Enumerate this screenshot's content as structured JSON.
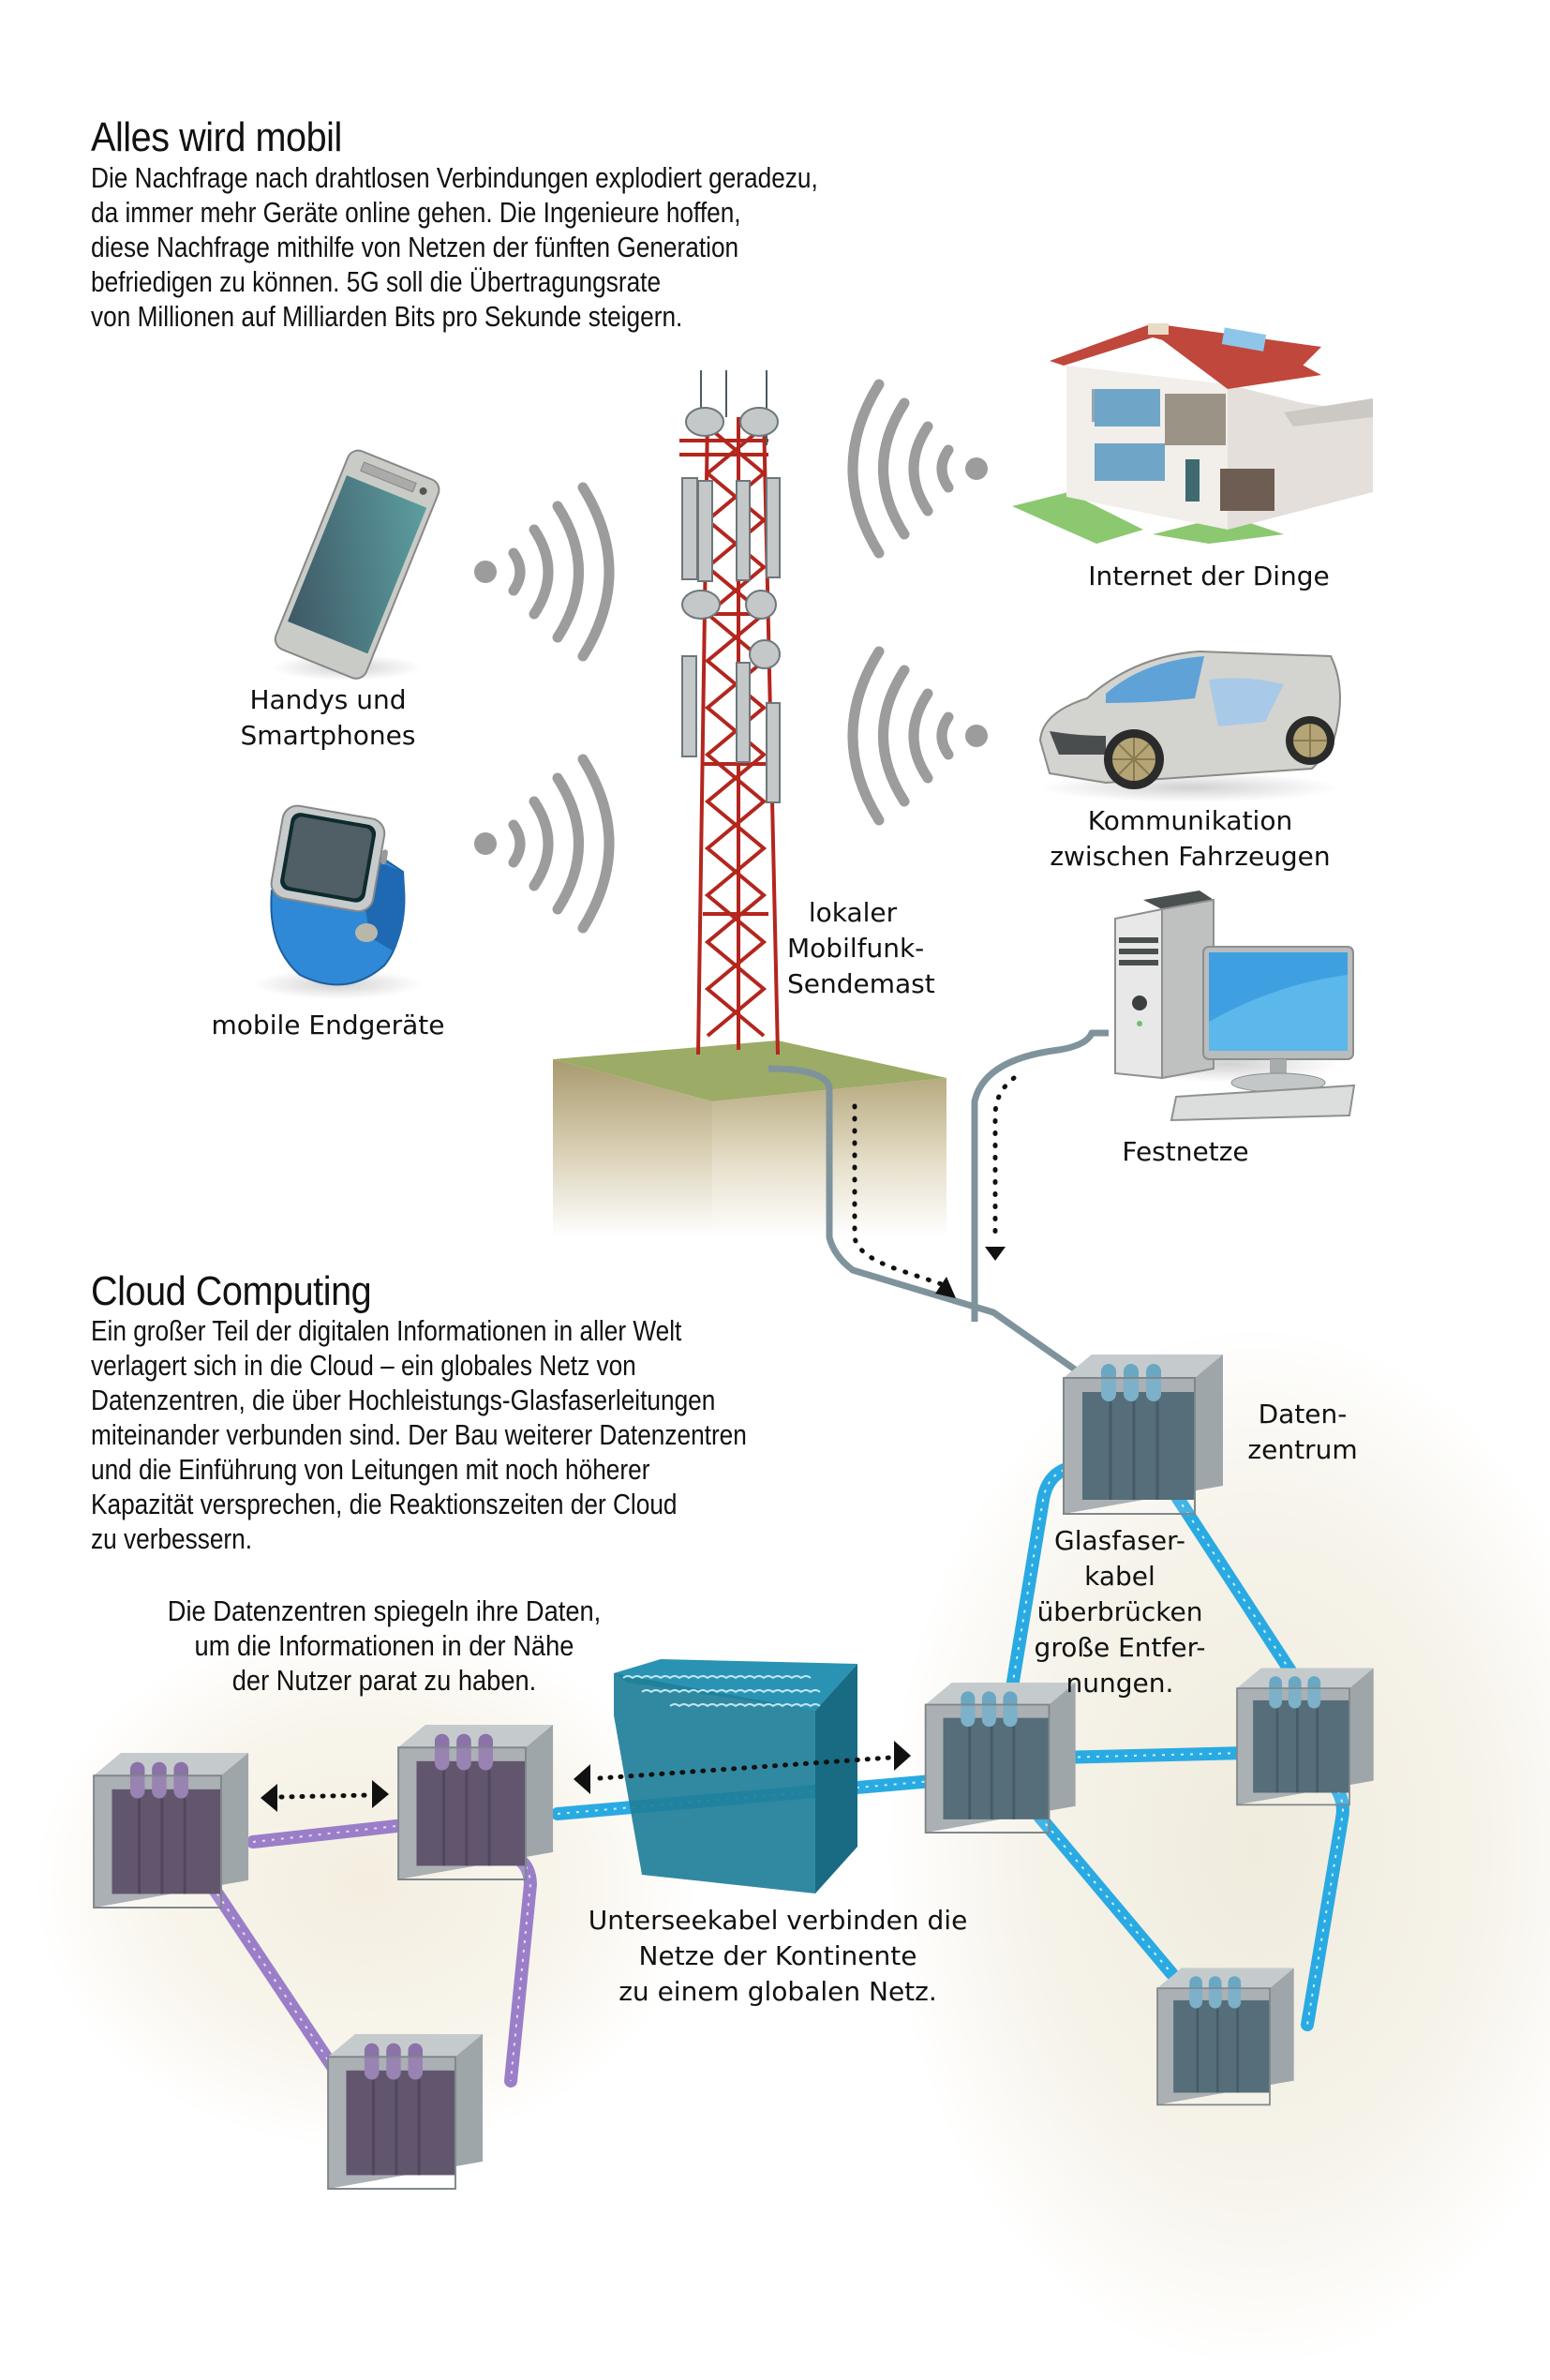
{
  "section_mobile": {
    "title": "Alles wird mobil",
    "body": "Die Nachfrage nach drahtlosen Verbindungen explodiert geradezu,\nda immer mehr Geräte online gehen. Die Ingenieure hoffen,\ndiese Nachfrage mithilfe von Netzen der fünften Generation\nbefriedigen zu können. 5G soll die Übertragungsrate\nvon Millionen auf Milliarden Bits pro Sekunde steigern."
  },
  "devices": {
    "phone_label": "Handys und\nSmartphones",
    "watch_label": "mobile Endgeräte",
    "tower_label": "lokaler\nMobilfunk-\nSendemast",
    "house_label": "Internet der Dinge",
    "car_label": "Kommunikation\nzwischen Fahrzeugen",
    "pc_label": "Festnetze"
  },
  "section_cloud": {
    "title": "Cloud Computing",
    "body": "Ein großer Teil der digitalen Informationen in aller Welt\nverlagert sich in die Cloud – ein globales Netz von\nDatenzentren, die über Hochleistungs-Glasfaserleitungen\nmiteinander verbunden sind. Der Bau weiterer Datenzentren\nund die Einführung von Leitungen mit noch höherer\nKapazität versprechen, die Reaktionszeiten der Cloud\nzu verbessern."
  },
  "cloud_labels": {
    "datacenter": "Daten-\nzentrum",
    "fiber": "Glasfaser-\nkabel\nüberbrücken\ngroße Entfer-\nnungen.",
    "mirror": "Die Datenzentren spiegeln ihre Daten,\num die Informationen in der Nähe\nder Nutzer parat zu haben.",
    "undersea": "Unterseekabel verbinden die\nNetze der Kontinente\nzu einem globalen Netz."
  },
  "colors": {
    "tower_red": "#b3261e",
    "signal_gray": "#999999",
    "fiber_blue": "#2aaae2",
    "purple_cable": "#9a7fc8",
    "ocean_teal": "#1f7f99",
    "cable_gray": "#7f939c",
    "grass": "#9aab64"
  }
}
